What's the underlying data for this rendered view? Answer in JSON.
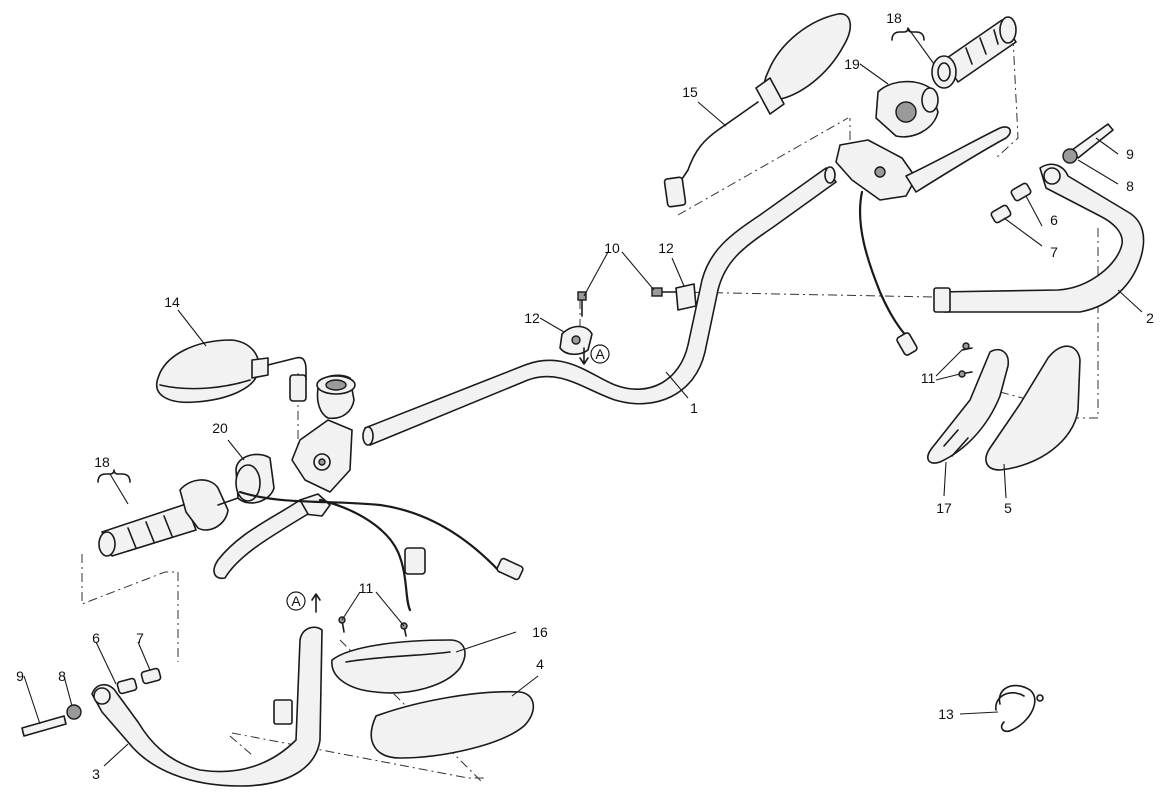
{
  "callouts": {
    "c1": "1",
    "c2": "2",
    "c3": "3",
    "c4": "4",
    "c5": "5",
    "c6a": "6",
    "c6b": "6",
    "c7a": "7",
    "c7b": "7",
    "c8a": "8",
    "c8b": "8",
    "c9a": "9",
    "c9b": "9",
    "c10": "10",
    "c11a": "11",
    "c11b": "11",
    "c12a": "12",
    "c12b": "12",
    "c13": "13",
    "c14": "14",
    "c15": "15",
    "c16": "16",
    "c17": "17",
    "c18a": "18",
    "c18b": "18",
    "c19": "19",
    "c20": "20"
  },
  "reference_marks": {
    "ref_a1": "A",
    "ref_a2": "A"
  }
}
